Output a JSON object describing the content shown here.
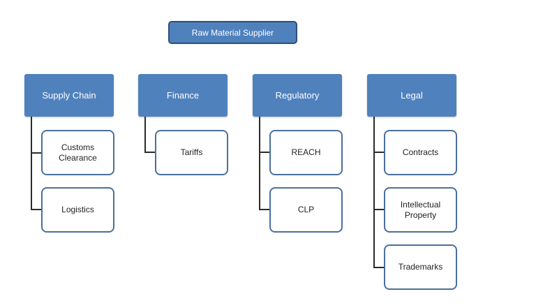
{
  "root": {
    "label": "Raw Material Supplier"
  },
  "branches": [
    {
      "label": "Supply Chain",
      "children": [
        "Customs\nClearance",
        "Logistics"
      ]
    },
    {
      "label": "Finance",
      "children": [
        "Tariffs"
      ]
    },
    {
      "label": "Regulatory",
      "children": [
        "REACH",
        "CLP"
      ]
    },
    {
      "label": "Legal",
      "children": [
        "Contracts",
        "Intellectual\nProperty",
        "Trademarks"
      ]
    }
  ],
  "colors": {
    "header_fill": "#4f81bd",
    "root_border": "#2f4f77",
    "child_border": "#4a6f9c",
    "connector": "#2a2a2a"
  }
}
